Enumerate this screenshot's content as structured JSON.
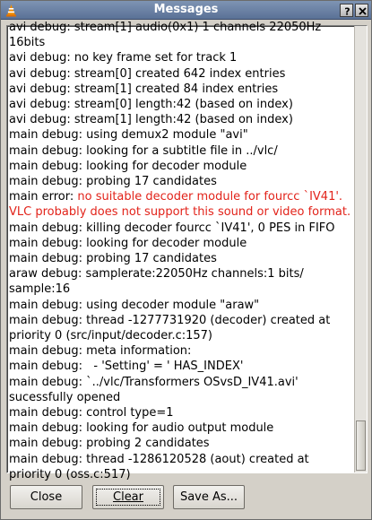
{
  "window": {
    "title": "Messages",
    "title_icon": "vlc-cone-icon",
    "help_button_icon": "question-icon",
    "close_button_icon": "close-icon",
    "colors": {
      "titlebar": "#6a82a6",
      "error_text": "#e2231a",
      "log_background": "#ffffff",
      "chrome": "#d4d0c8"
    }
  },
  "log": {
    "lines": [
      {
        "text": "avi debug: stream[1] audio(0x1) 1 channels 22050Hz"
      },
      {
        "text": "16bits"
      },
      {
        "text": "avi debug: no key frame set for track 1"
      },
      {
        "text": "avi debug: stream[0] created 642 index entries"
      },
      {
        "text": "avi debug: stream[1] created 84 index entries"
      },
      {
        "text": "avi debug: stream[0] length:42 (based on index)"
      },
      {
        "text": "avi debug: stream[1] length:42 (based on index)"
      },
      {
        "text": "main debug: using demux2 module \"avi\""
      },
      {
        "text": "main debug: looking for a subtitle file in ../vlc/"
      },
      {
        "text": "main debug: looking for decoder module"
      },
      {
        "text": "main debug: probing 17 candidates"
      },
      {
        "prefix": "main error: ",
        "error": "no suitable decoder module for fourcc `IV41'."
      },
      {
        "error": "VLC probably does not support this sound or video format."
      },
      {
        "text": "main debug: killing decoder fourcc `IV41', 0 PES in FIFO"
      },
      {
        "text": "main debug: looking for decoder module"
      },
      {
        "text": "main debug: probing 17 candidates"
      },
      {
        "text": "araw debug: samplerate:22050Hz channels:1 bits/"
      },
      {
        "text": "sample:16"
      },
      {
        "text": "main debug: using decoder module \"araw\""
      },
      {
        "text": "main debug: thread -1277731920 (decoder) created at"
      },
      {
        "text": "priority 0 (src/input/decoder.c:157)"
      },
      {
        "text": "main debug: meta information:"
      },
      {
        "text": "main debug:   - 'Setting' = ' HAS_INDEX'"
      },
      {
        "text": "main debug: `../vlc/Transformers OSvsD_IV41.avi'"
      },
      {
        "text": "sucessfully opened"
      },
      {
        "text": "main debug: control type=1"
      },
      {
        "text": "main debug: looking for audio output module"
      },
      {
        "text": "main debug: probing 2 candidates"
      },
      {
        "text": "main debug: thread -1286120528 (aout) created at"
      },
      {
        "text": "priority 0 (oss.c:517)"
      }
    ],
    "scroll_position": 0.94
  },
  "buttons": {
    "close_label": "Close",
    "clear_label": "Clear",
    "save_as_label": "Save As..."
  }
}
